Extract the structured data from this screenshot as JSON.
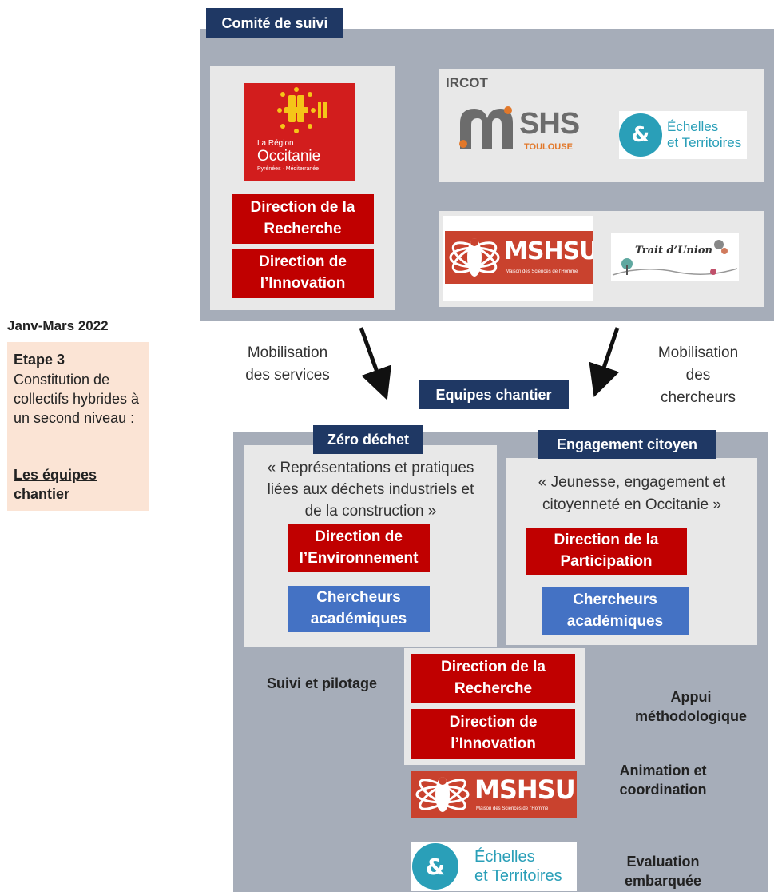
{
  "comite": {
    "title": "Comité de suivi"
  },
  "region_logo": {
    "line1": "La Région",
    "line2": "Occitanie",
    "line3": "Pyrénées · Méditerranée"
  },
  "region_directions": [
    "Direction de la Recherche",
    "Direction de l’Innovation"
  ],
  "ircot": {
    "label": "IRCOT"
  },
  "mshs_logo": {
    "main": "SHS",
    "sub": "TOULOUSE"
  },
  "echelles_logo": {
    "symbol": "&",
    "line1": "Échelles",
    "line2": "et Territoires"
  },
  "mshsud_logo": {
    "main": "MSHSUD",
    "sub": "Maison des Sciences de l’Homme"
  },
  "traitdunion_logo": {
    "main": "Trait d’Union"
  },
  "timeline": {
    "date": "Janv-Mars 2022"
  },
  "step": {
    "title": "Etape 3",
    "description": "Constitution de collectifs hybrides à un second niveau :",
    "highlight_line1": "Les équipes",
    "highlight_line2": "chantier"
  },
  "flow": {
    "left_label_1": "Mobilisation",
    "left_label_2": "des services",
    "right_label_1": "Mobilisation",
    "right_label_2": "des",
    "right_label_3": "chercheurs",
    "center_label": "Equipes chantier"
  },
  "zero_dechet": {
    "title": "Zéro déchet",
    "quote_1": "« Représentations et pratiques",
    "quote_2": "liées aux déchets industriels et",
    "quote_3": "de la construction »",
    "direction": "Direction de l’Environnement",
    "researchers": "Chercheurs académiques"
  },
  "engagement": {
    "title": "Engagement citoyen",
    "quote_1": "« Jeunesse, engagement et",
    "quote_2": "citoyenneté en Occitanie »",
    "direction": "Direction de la Participation",
    "researchers": "Chercheurs académiques"
  },
  "pilotage": {
    "label": "Suivi et pilotage",
    "directions": [
      "Direction de la Recherche",
      "Direction de l’Innovation"
    ]
  },
  "roles": {
    "appui": "Appui méthodologique",
    "animation": "Animation et coordination",
    "evaluation": "Evaluation embarquée"
  }
}
